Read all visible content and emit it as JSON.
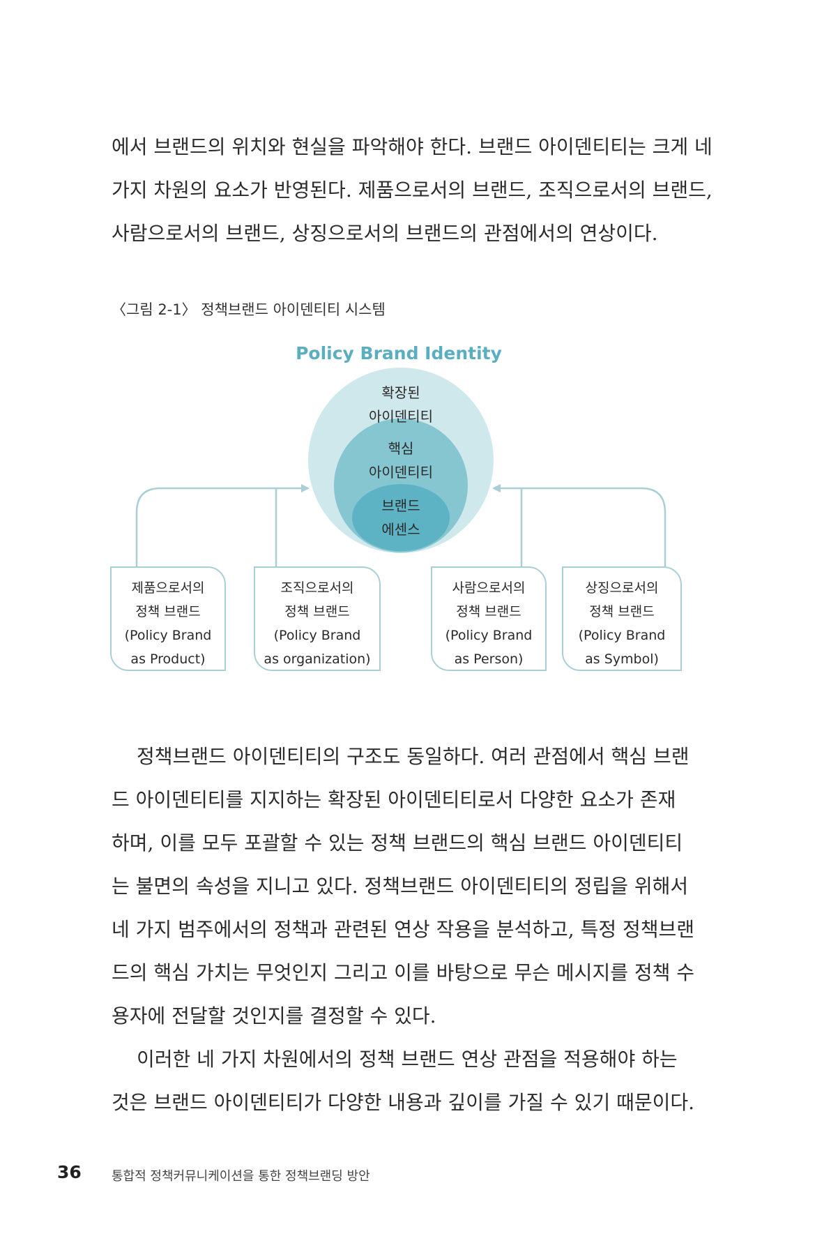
{
  "top_paragraph": {
    "lines": [
      "에서 브랜드의 위치와 현실을 파악해야 한다. 브랜드 아이덴티티는 크게 네",
      "가지 차원의 요소가 반영된다. 제품으로서의 브랜드, 조직으로서의 브랜드,",
      "사람으로서의 브랜드, 상징으로서의 브랜드의 관점에서의 연상이다."
    ]
  },
  "figure": {
    "caption": "〈그림 2-1〉 정책브랜드 아이덴티티 시스템",
    "title": "Policy Brand Identity",
    "circles": {
      "outer": [
        "확장된",
        "아이덴티티"
      ],
      "middle": [
        "핵심",
        "아이덴티티"
      ],
      "inner": [
        "브랜드",
        "에센스"
      ]
    },
    "boxes": [
      [
        "제품으로서의",
        "정책 브랜드",
        "(Policy Brand",
        "as Product)"
      ],
      [
        "조직으로서의",
        "정책 브랜드",
        "(Policy Brand",
        "as organization)"
      ],
      [
        "사람으로서의",
        "정책 브랜드",
        "(Policy Brand",
        "as Person)"
      ],
      [
        "상징으로서의",
        "정책 브랜드",
        "(Policy Brand",
        "as Symbol)"
      ]
    ],
    "colors": {
      "outer_circle": "#cfe8ec",
      "middle_circle": "#86c6d1",
      "inner_circle": "#5db3c3",
      "connector": "#a9cfd6",
      "title": "#5aaec0"
    }
  },
  "body_paragraph_1": {
    "lines": [
      "정책브랜드 아이덴티티의 구조도 동일하다. 여러 관점에서 핵심 브랜",
      "드 아이덴티티를 지지하는 확장된 아이덴티티로서 다양한 요소가 존재",
      "하며, 이를 모두 포괄할 수 있는 정책 브랜드의 핵심 브랜드 아이덴티티",
      "는 불면의 속성을 지니고 있다. 정책브랜드 아이덴티티의 정립을 위해서",
      "네 가지 범주에서의 정책과 관련된 연상 작용을 분석하고, 특정 정책브랜",
      "드의 핵심 가치는 무엇인지 그리고 이를 바탕으로 무슨 메시지를 정책 수",
      "용자에 전달할 것인지를 결정할 수 있다."
    ]
  },
  "body_paragraph_2": {
    "lines": [
      "이러한 네 가지 차원에서의 정책 브랜드 연상 관점을 적용해야 하는",
      "것은 브랜드 아이덴티티가 다양한 내용과 깊이를 가질 수 있기 때문이다."
    ]
  },
  "footer": {
    "page_number": "36",
    "book_title": "통합적 정책커뮤니케이션을 통한 정책브랜딩 방안"
  }
}
